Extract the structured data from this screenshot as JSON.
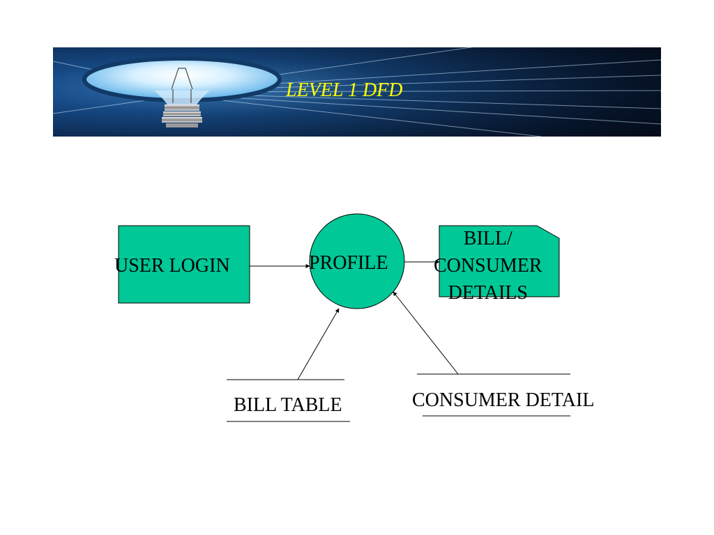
{
  "slide": {
    "title": "LEVEL 1 DFD",
    "title_color": "#ffff00",
    "banner_colors": [
      "#0a1a33",
      "#1b4f8f",
      "#9fd4ff"
    ]
  },
  "diagram": {
    "node_fill": "#00c896",
    "stroke": "#000000",
    "nodes": {
      "user_login": {
        "kind": "external-entity",
        "label": "USER LOGIN"
      },
      "profile": {
        "kind": "process",
        "label": "PROFILE"
      },
      "bill_consumer_details": {
        "kind": "document",
        "label_lines": [
          "BILL/",
          "CONSUMER",
          "DETAILS"
        ]
      },
      "bill_table": {
        "kind": "data-store",
        "label": "BILL TABLE"
      },
      "consumer_detail": {
        "kind": "data-store",
        "label": "CONSUMER DETAIL"
      }
    },
    "flows": [
      {
        "from": "USER LOGIN",
        "to": "PROFILE"
      },
      {
        "from": "PROFILE",
        "to": "BILL/ CONSUMER DETAILS"
      },
      {
        "from": "BILL TABLE",
        "to": "PROFILE"
      },
      {
        "from": "CONSUMER DETAIL",
        "to": "PROFILE"
      }
    ]
  }
}
